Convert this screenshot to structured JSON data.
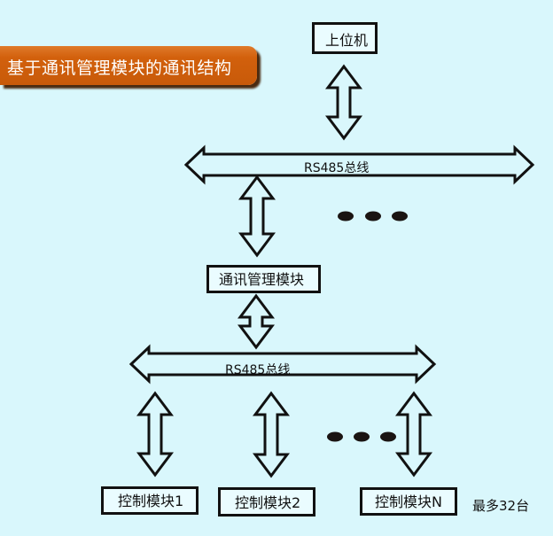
{
  "title": "基于通讯管理模块的通讯结构",
  "nodes": {
    "host": "上位机",
    "comm_module": "通讯管理模块",
    "ctrl_1": "控制模块1",
    "ctrl_2": "控制模块2",
    "ctrl_n": "控制模块N"
  },
  "buses": {
    "upper": "RS485总线",
    "lower": "RS485总线"
  },
  "note": "最多32台",
  "ellipsis": "• • •",
  "colors": {
    "background": "#d9f7fc",
    "banner": "#d2600c",
    "banner_text": "#ffffff",
    "stroke": "#111111"
  }
}
